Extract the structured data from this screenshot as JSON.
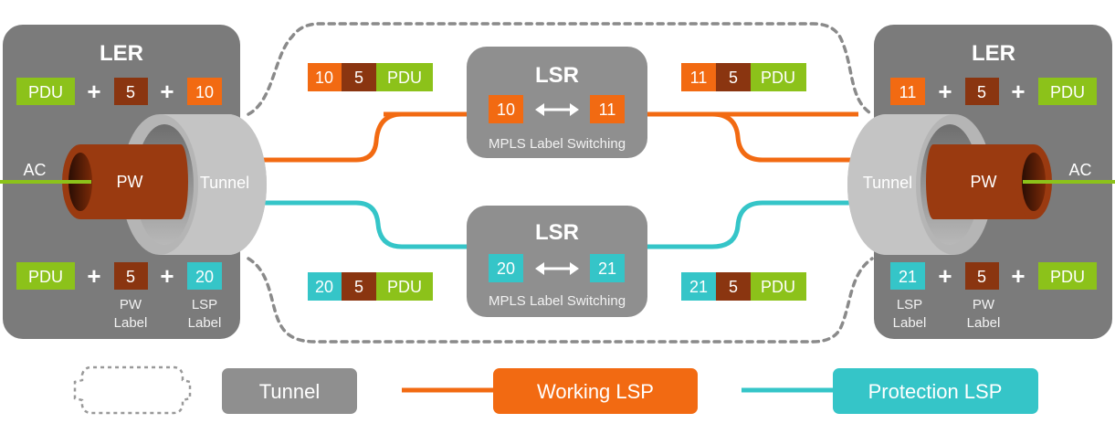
{
  "colors": {
    "ler_box": "#7b7b7b",
    "lsr_box": "#8f8f8f",
    "tunnel": "#c4c4c4",
    "pw": "#9a3a10",
    "pdu": "#8cc21a",
    "working": "#f26a12",
    "protection": "#35c5c8",
    "dashed": "#8a8a8a"
  },
  "left_ler": {
    "title": "LER",
    "top_stack": {
      "pdu": "PDU",
      "plus1": "+",
      "pw_label": "5",
      "plus2": "+",
      "lsp_label": "10"
    },
    "bottom_stack": {
      "pdu": "PDU",
      "plus1": "+",
      "pw_label": "5",
      "plus2": "+",
      "lsp_label": "20"
    },
    "pw_caption": [
      "PW",
      "Label"
    ],
    "lsp_caption": [
      "LSP",
      "Label"
    ],
    "ac": "AC",
    "pw": "PW",
    "tunnel": "Tunnel"
  },
  "right_ler": {
    "title": "LER",
    "top_stack": {
      "lsp_label": "11",
      "plus1": "+",
      "pw_label": "5",
      "plus2": "+",
      "pdu": "PDU"
    },
    "bottom_stack": {
      "lsp_label": "21",
      "plus1": "+",
      "pw_label": "5",
      "plus2": "+",
      "pdu": "PDU"
    },
    "lsp_caption": [
      "LSP",
      "Label"
    ],
    "pw_caption": [
      "PW",
      "Label"
    ],
    "ac": "AC",
    "pw": "PW",
    "tunnel": "Tunnel"
  },
  "lsr_top": {
    "title": "LSR",
    "in": "10",
    "out": "11",
    "caption": "MPLS Label Switching"
  },
  "lsr_bottom": {
    "title": "LSR",
    "in": "20",
    "out": "21",
    "caption": "MPLS Label Switching"
  },
  "packets": {
    "top_left": [
      "10",
      "5",
      "PDU"
    ],
    "top_right": [
      "11",
      "5",
      "PDU"
    ],
    "bottom_left": [
      "20",
      "5",
      "PDU"
    ],
    "bottom_right": [
      "21",
      "5",
      "PDU"
    ]
  },
  "legend": {
    "tunnel": "Tunnel",
    "working": "Working LSP",
    "protection": "Protection LSP"
  }
}
